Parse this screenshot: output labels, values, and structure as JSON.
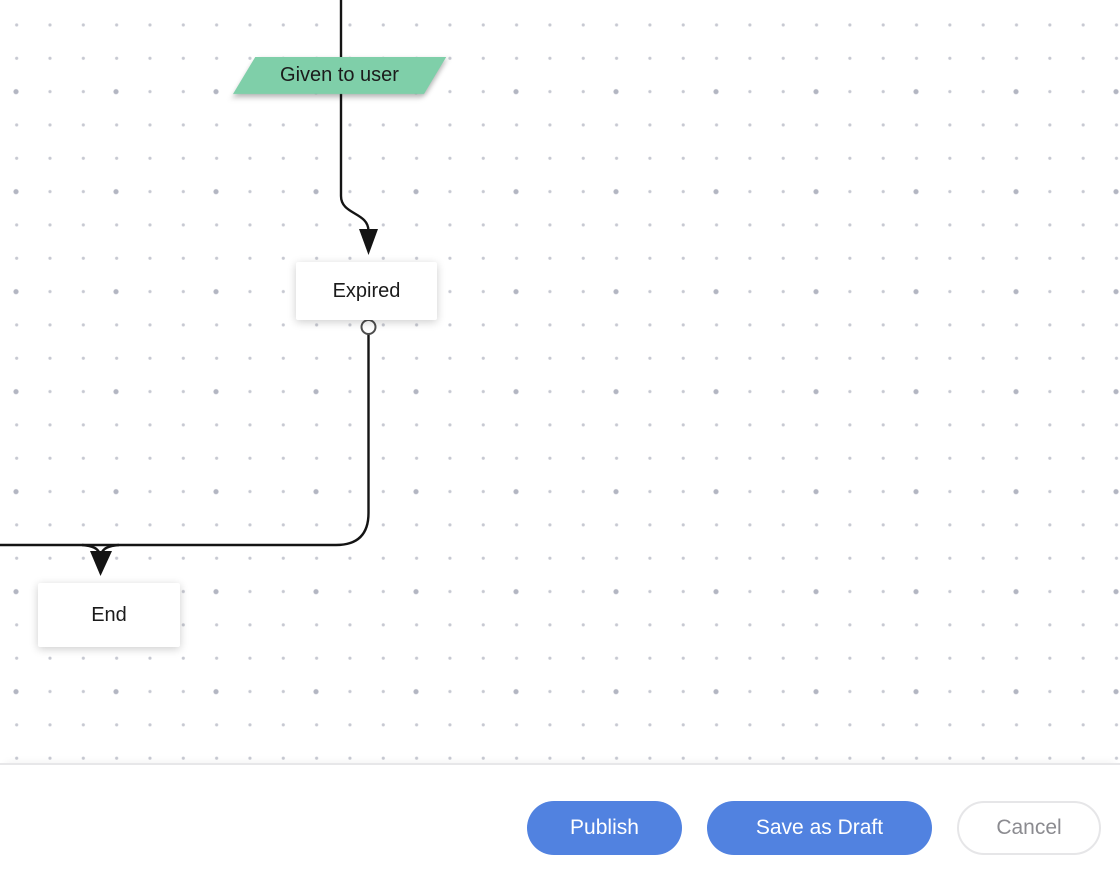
{
  "canvas": {
    "grid": {
      "dot_small_color": "#C7C9D2",
      "dot_large_color": "#B3B6C2",
      "background_color": "#FFFFFF"
    },
    "connector_color": "#141414",
    "nodes": [
      {
        "id": "given-to-user",
        "shape": "parallelogram",
        "label": "Given to user",
        "fill": "#7FCFA9"
      },
      {
        "id": "expired",
        "shape": "rectangle",
        "label": "Expired",
        "fill": "#FFFFFF"
      },
      {
        "id": "end",
        "shape": "rectangle",
        "label": "End",
        "fill": "#FFFFFF"
      }
    ]
  },
  "footer": {
    "buttons": [
      {
        "label": "Publish",
        "style": "primary"
      },
      {
        "label": "Save as Draft",
        "style": "primary"
      },
      {
        "label": "Cancel",
        "style": "secondary"
      }
    ],
    "primary_color": "#5182E0",
    "cancel_text_color": "#8B8B90"
  }
}
